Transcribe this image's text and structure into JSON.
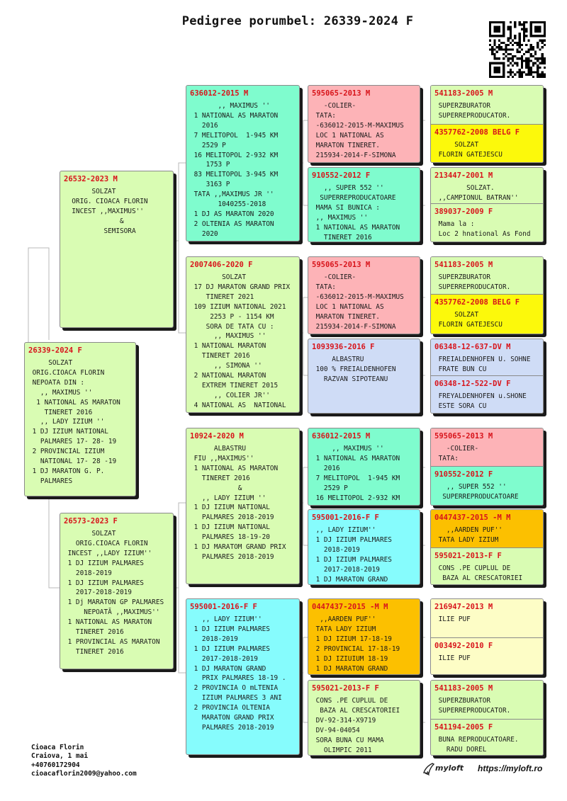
{
  "title": "Pedigree porumbel: 26339-2024 F",
  "qr_code": "qr-code",
  "pigeons": {
    "subject": {
      "id": "26339-2024 F",
      "desc": "     SOLZAT\n ORIG.CIOACA FLORIN\n NEPOATA DIN :\n   ,, MAXIMUS ''\n  1 NATIONAL AS MARATON\n    TINERET 2016\n   ,, LADY IZIUM ''\n 1 DJ IZIUM NATIONAL\n   PALMARES 17- 28- 19\n 2 PROVINCIAL IZIUM\n   NATIONAL 17- 28 -19\n 1 DJ MARATON G. P.\n   PALMARES"
    },
    "sire": {
      "id": "26532-2023 M",
      "desc": "       SOLZAT\n  ORIG. CIOACA FLORIN\n  INCEST ,,MAXIMUS''\n              &\n          SEMISORA"
    },
    "dam": {
      "id": "26573-2023 F",
      "desc": "       SOLZAT\n   ORIG.CIOACA FLORIN\n INCEST ,,LADY IZIUM''\n 1 DJ IZIUM PALMARES\n   2018-2019\n 1 DJ IZIUM PALMARES\n   2017-2018-2019\n 1 Dj MARATON GP PALMARES\n     NEPOATĂ ,,MAXIMUS''\n 1 NATIONAL AS MARATON\n   TINERET 2016\n 1 PROVINCIAL AS MARATON\n   TINERET 2016"
    },
    "ss": {
      "id": "636012-2015 M",
      "desc": "       ,, MAXIMUS ''\n 1 NATIONAL AS MARATON\n   2016\n 7 MELITOPOL  1-945 KM\n   2529 P\n 16 MELITOPOL 2-932 KM\n    1753 P\n 83 MELITOPOL 3-945 KM\n    3163 P\n TATA ,,MAXIMUS JR ''\n       1040255-2018\n 1 DJ AS MARATON 2020\n 2 OLTENIA AS MARATON\n   2020"
    },
    "sd": {
      "id": "2007406-2020 F",
      "desc": "        SOLZAT\n 17 DJ MARATON GRAND PRIX\n    TINERET 2021\n 109 IZIUM NATIONAL 2021\n     2253 P - 1154 KM\n    SORA DE TATA CU :\n      ,, MAXIMUS ''\n 1 NATIONAL MARATON\n   TINERET 2016\n      ,, SIMONA ''\n 2 NATIONAL MARATON\n   EXTREM TINERET 2015\n      ,, COLIER JR''\n 4 NATIONAL AS  NATIONAL"
    },
    "ds": {
      "id": "10924-2020 M",
      "desc": "      ALBASTRU\n FIU ,,MAXIMUS''\n 1 NATIONAL AS MARATON\n   TINERET 2016\n            &\n   ,, LADY IZIUM ''\n 1 DJ IZIUM NATIONAL\n   PALMARES 2018-2019\n 1 DJ IZIUM NATIONAL\n   PALMARES 18-19-20\n 1 DJ MARATOM GRAND PRIX\n   PALMARES 2018-2019"
    },
    "dd": {
      "id": "595001-2016-F F",
      "desc": "   ,, LADY IZIUM''\n 1 DJ IZIUM PALMARES\n   2018-2019\n 1 DJ IZIUM PALMARES\n   2017-2018-2019\n 1 DJ MARATON GRAND\n   PRIX PALMARES 18-19 .\n 2 PROVINCIA O mLTENIA\n   IZIUM PALMARES 3 ANI\n 2 PROVINCIA OLTENIA\n   MARATON GRAND PRIX\n   PALMARES 2018-2019"
    },
    "sss": {
      "id": "595065-2013 M",
      "desc": "   -COLIER-\n TATA:\n -636012-2015-M-MAXIMUS\n LOC 1 NATIONAL AS\n MARATON TINERET.\n 215934-2014-F-SIMONA"
    },
    "ssd": {
      "id": "910552-2012 F",
      "desc": "   ,, SUPER 552 ''\n  SUPERREPRODUCATOARE\n MAMA SI BUNICA :\n ,, MAXIMUS ''\n 1 NATIONAL AS MARATON\n   TINERET 2016"
    },
    "sds": {
      "id": "595065-2013 M",
      "desc": "   -COLIER-\n TATA:\n -636012-2015-M-MAXIMUS\n LOC 1 NATIONAL AS\n MARATON TINERET.\n 215934-2014-F-SIMONA"
    },
    "sdd": {
      "id": "1093936-2016 F",
      "desc": "     ALBASTRU\n 100 % FREIALDENHOFEN\n   RAZVAN SIPOTEANU"
    },
    "dss": {
      "id": "636012-2015 M",
      "desc": "     ,, MAXIMUS ''\n 1 NATIONAL AS MARATON\n   2016\n 7 MELITOPOL  1-945 KM\n   2529 P\n 16 MELITOPOL 2-932 KM"
    },
    "dsd": {
      "id": "595001-2016-F F",
      "desc": " ,, LADY IZIUM''\n 1 DJ IZIUM PALMARES\n   2018-2019\n 1 DJ IZIUM PALMARES\n   2017-2018-2019\n 1 DJ MARATON GRAND"
    },
    "dds": {
      "id": "0447437-2015 -M M",
      "desc": "  ,,AARDEN PUF''\n TATA LADY IZIUM\n 1 DJ IZIUM 17-18-19\n 2 PROVINCIAL 17-18-19\n 1 DJ IZIUIUM 18-19\n 1 DJ MARATON GRAND"
    },
    "ddd": {
      "id": "595021-2013-F F",
      "desc": " CONS .PE CUPLUL DE\n  BAZA AL CRESCATORIEI\n DV-92-314-X9719\n DV-94-04054\n SORA BUNA CU MAMA\n   OLIMPIC 2011"
    },
    "ssss": {
      "id": "541183-2005 M",
      "desc": " SUPERZBURATOR\n SUPERREPRODUCATOR."
    },
    "sssd": {
      "id": "4357762-2008 BELG F",
      "desc": "     SOLZAT\n FLORIN GATEJESCU"
    },
    "ssds": {
      "id": "213447-2001 M",
      "desc": "        SOLZAT.\n ,,CAMPIONUL BATRAN''"
    },
    "ssdd": {
      "id": "389037-2009 F",
      "desc": " Mama la :\n Loc 2 hnational As Fond"
    },
    "sdss": {
      "id": "541183-2005 M",
      "desc": " SUPERZBURATOR\n SUPERREPRODUCATOR."
    },
    "sdsd": {
      "id": "4357762-2008 BELG F",
      "desc": "     SOLZAT\n FLORIN GATEJESCU"
    },
    "sdds": {
      "id": "06348-12-637-DV M",
      "desc": " FREIALDENHOFEN U. SOHNE\n FRATE BUN CU"
    },
    "sddd": {
      "id": "06348-12-522-DV F",
      "desc": " FREYALDENHOFEN u.SHONE\n ESTE SORA CU"
    },
    "dsss": {
      "id": "595065-2013 M",
      "desc": "   -COLIER-\n TATA:"
    },
    "dssd": {
      "id": "910552-2012 F",
      "desc": "   ,, SUPER 552 ''\n  SUPERREPRODUCATOARE"
    },
    "dsds": {
      "id": "0447437-2015 -M M",
      "desc": "   ,,AARDEN PUF''\n TATA LADY IZIUM"
    },
    "dsdd": {
      "id": "595021-2013-F F",
      "desc": " CONS .PE CUPLUL DE\n  BAZA AL CRESCATORIEI"
    },
    "ddss": {
      "id": "216947-2013 M",
      "desc": " ILIE PUF"
    },
    "ddsd": {
      "id": "003492-2010 F",
      "desc": " ILIE PUF"
    },
    "ddds": {
      "id": "541183-2005 M",
      "desc": " SUPERZBURATOR\n SUPERREPRODUCATOR."
    },
    "dddd": {
      "id": "541194-2005 F",
      "desc": " BUNA REPRODUCATOARE.\n   RADU DOREL"
    }
  },
  "footer": {
    "name": "Cioaca Florin",
    "location": "Craiova, 1 mai",
    "phone": "+40760172904",
    "email": "cioacaflorin2009@yahoo.com"
  },
  "brand": {
    "logo": "myloft",
    "url": "https://myloft.ro"
  },
  "colors": {
    "id_text": "#d8141b",
    "green": "#d9fcb3",
    "teal": "#7ffcce",
    "pink": "#fdb3b7",
    "blue": "#cfdcf6",
    "cyan": "#86fcfd",
    "yellow": "#fcf90b",
    "orange": "#fcc000",
    "cream": "#fdfdc6"
  }
}
